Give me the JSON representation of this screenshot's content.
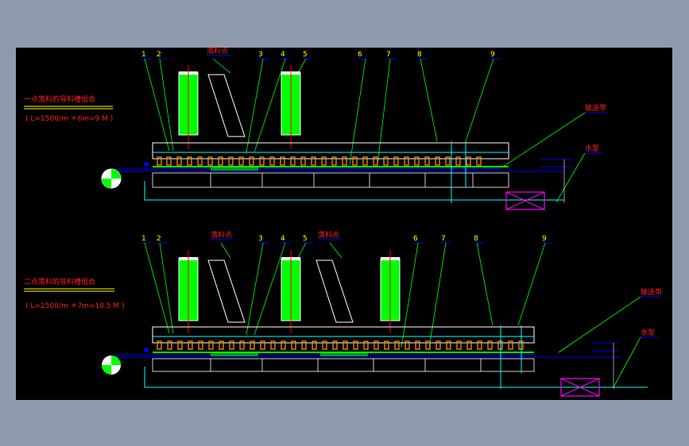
{
  "colors": {
    "background": "#8f9bac",
    "canvas": "#000000",
    "green": "#00ff00",
    "cyan": "#00ffff",
    "white": "#ffffff",
    "red": "#ff0000",
    "yellow": "#ffff00",
    "blue": "#0000ff",
    "magenta": "#ff00ff",
    "orange": "#ff8c00"
  },
  "top_assembly": {
    "title": "一点落料的导料槽组合",
    "formula": "( L=1500/m ＊6m=9 M )",
    "callouts": [
      "1",
      "2",
      "3",
      "4",
      "5",
      "6",
      "7",
      "8",
      "9"
    ],
    "drop_point_label": "落料点",
    "conveyor_label": "输送带",
    "pump_label": "水泵"
  },
  "bottom_assembly": {
    "title": "二点落料的导料槽组合",
    "formula": "( L=1500/m ＊7m=10.5 M )",
    "callouts": [
      "1",
      "2",
      "3",
      "4",
      "5",
      "6",
      "7",
      "8",
      "9"
    ],
    "drop_point_label_1": "落料点",
    "drop_point_label_2": "落料点",
    "conveyor_label": "输送带",
    "pump_label": "水泵"
  }
}
